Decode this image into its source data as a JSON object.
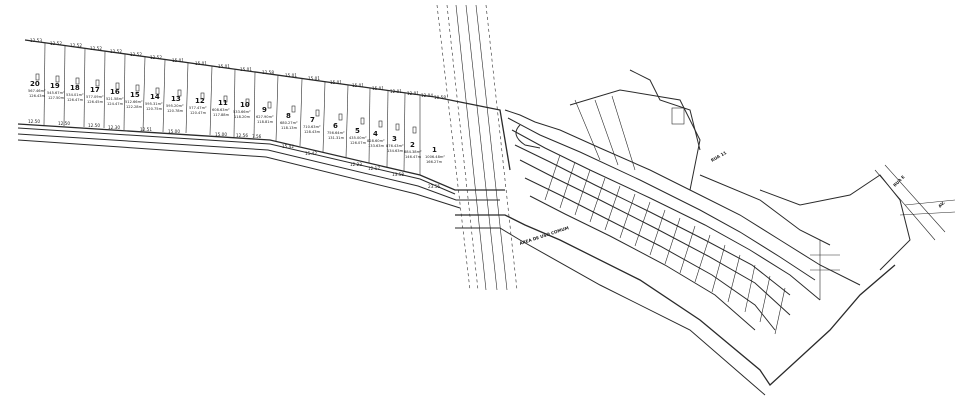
{
  "top_frontages": [
    "12.53",
    "12.52",
    "12.52",
    "12.52",
    "12.52",
    "12.52",
    "12.52",
    "15.01",
    "15.01",
    "15.01",
    "15.01",
    "12.58",
    "15.01",
    "15.01",
    "15.01",
    "15.01",
    "15.01",
    "12.01",
    "12.01",
    "12.04",
    "10.58"
  ],
  "bottom_frontages": [
    "12.50",
    "12.50",
    "12.50",
    "12.30",
    "12.51",
    "15.00",
    "15.00",
    "12.56",
    "7.56",
    "15.42",
    "15.42",
    "12.23",
    "12.17",
    "13.58",
    "23.55"
  ],
  "lots": [
    {
      "num": "20",
      "area": "567.46m²",
      "perim": "126.43m"
    },
    {
      "num": "19",
      "area": "545.67m²",
      "perim": "127.50m"
    },
    {
      "num": "18",
      "area": "534.01m²",
      "perim": "126.47m"
    },
    {
      "num": "17",
      "area": "577.09m²",
      "perim": "126.45m"
    },
    {
      "num": "16",
      "area": "521.58m²",
      "perim": "124.47m"
    },
    {
      "num": "15",
      "area": "512.66m²",
      "perim": "122.28m"
    },
    {
      "num": "14",
      "area": "595.31m²",
      "perim": "120.75m"
    },
    {
      "num": "13",
      "area": "595.20m²",
      "perim": "120.78m"
    },
    {
      "num": "12",
      "area": "577.47m²",
      "perim": "120.47m"
    },
    {
      "num": "11",
      "area": "608.63m²",
      "perim": "117.88m"
    },
    {
      "num": "10",
      "area": "533.66m²",
      "perim": "118.20m"
    },
    {
      "num": "9",
      "area": "627.90m²",
      "perim": "118.81m"
    },
    {
      "num": "8",
      "area": "680.27m²",
      "perim": "118.13m"
    },
    {
      "num": "7",
      "area": "710.63m²",
      "perim": "128.43m"
    },
    {
      "num": "6",
      "area": "756.64m²",
      "perim": "131.31m"
    },
    {
      "num": "5",
      "area": "435.00m²",
      "perim": "126.07m"
    },
    {
      "num": "4",
      "area": "828.60m²",
      "perim": "133.63m"
    },
    {
      "num": "3",
      "area": "876.43m²",
      "perim": "134.63m"
    },
    {
      "num": "2",
      "area": "884.38m²",
      "perim": "146.47m"
    },
    {
      "num": "1",
      "area": "1006.48m²",
      "perim": "166.27m"
    }
  ],
  "labels": {
    "green_area": "ÁREA DE USO COMUM",
    "street_11": "RUA 11",
    "street_e": "RUA E",
    "avenue": "AV."
  }
}
